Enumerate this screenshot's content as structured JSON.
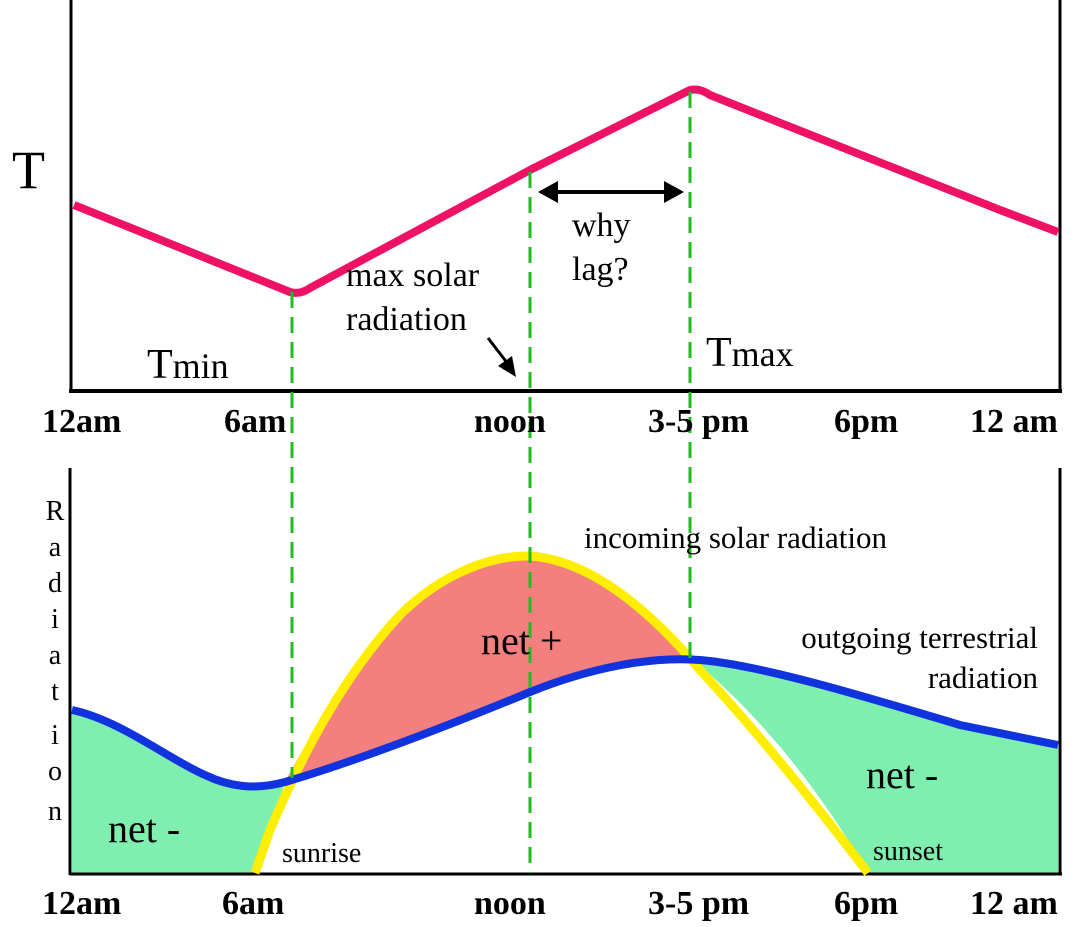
{
  "temperature_panel": {
    "axis_label": "T",
    "tmin_label_main": "T",
    "tmin_label_sub": "min",
    "tmax_label_main": "T",
    "tmax_label_sub": "max",
    "max_solar_line1": "max solar",
    "max_solar_line2": "radiation",
    "why_lag_line1": "why",
    "why_lag_line2": "lag?",
    "x_ticks": [
      "12am",
      "6am",
      "noon",
      "3-5 pm",
      "6pm",
      "12 am"
    ]
  },
  "radiation_panel": {
    "axis_label_letters": [
      "R",
      "a",
      "d",
      "i",
      "a",
      "t",
      "i",
      "o",
      "n"
    ],
    "incoming_label": "incoming solar radiation",
    "outgoing_line1": "outgoing terrestrial",
    "outgoing_line2": "radiation",
    "net_plus": "net +",
    "net_minus_left": "net -",
    "net_minus_right": "net -",
    "sunrise": "sunrise",
    "sunset": "sunset",
    "x_ticks": [
      "12am",
      "6am",
      "noon",
      "3-5 pm",
      "6pm",
      "12 am"
    ]
  },
  "colors": {
    "temperature_curve": "#ee1166",
    "incoming_curve": "#ffee00",
    "outgoing_curve": "#1133dd",
    "net_positive_fill": "#f47f7f",
    "net_negative_fill": "#7fefb0",
    "guide_lines": "#22bb22",
    "frame": "#000000"
  }
}
